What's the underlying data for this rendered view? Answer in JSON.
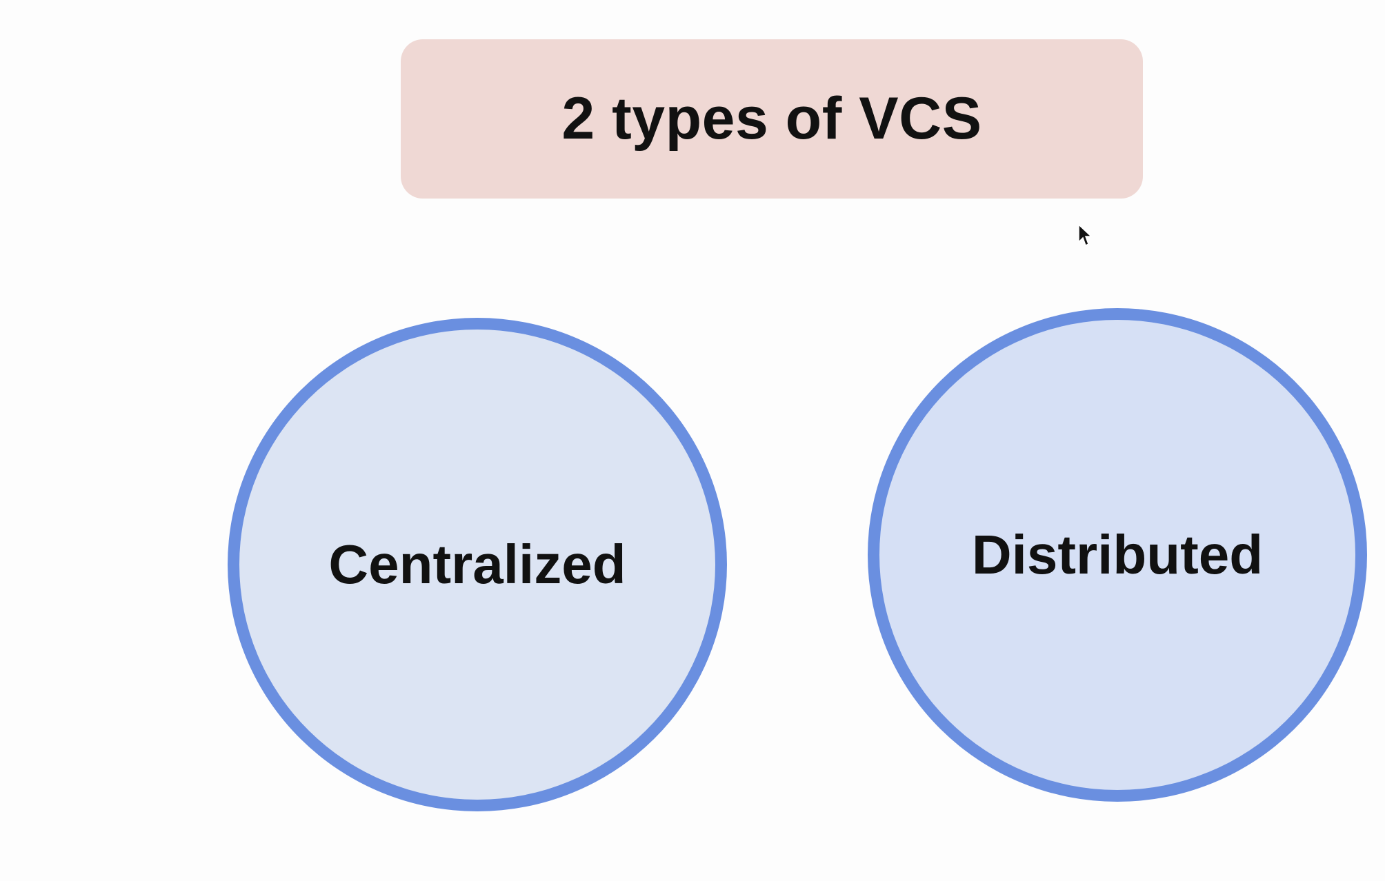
{
  "title": {
    "text": "2 types of VCS",
    "background_color": "#efd8d4"
  },
  "circles": [
    {
      "label": "Centralized",
      "fill_color": "#dce4f3",
      "border_color": "#6a8fe0"
    },
    {
      "label": "Distributed",
      "fill_color": "#d6e0f5",
      "border_color": "#6a8fe0"
    }
  ],
  "cursor": {
    "icon": "mouse-pointer-icon"
  }
}
